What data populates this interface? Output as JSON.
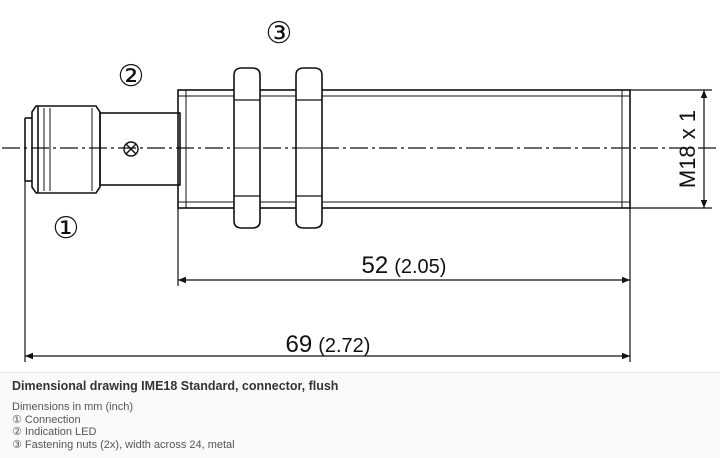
{
  "drawing": {
    "callouts": {
      "c1": "①",
      "c2": "②",
      "c3": "③"
    },
    "dimensions": {
      "body_length_mm": "52",
      "body_length_in": "(2.05)",
      "total_length_mm": "69",
      "total_length_in": "(2.72)",
      "thread": "M18 x 1"
    }
  },
  "caption": {
    "title": "Dimensional drawing IME18 Standard, connector, flush",
    "units_note": "Dimensions in mm (inch)",
    "legend": [
      "① Connection",
      "② Indication LED",
      "③ Fastening nuts (2x), width across 24, metal"
    ]
  }
}
